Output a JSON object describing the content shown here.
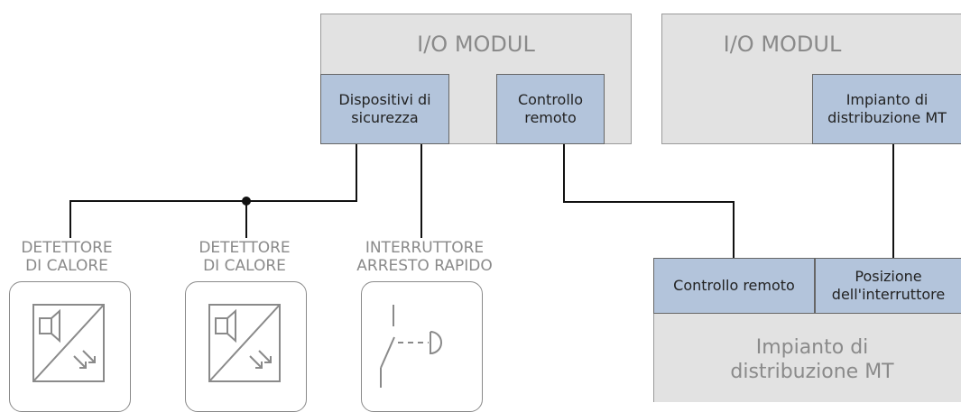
{
  "io_module_1": {
    "title": "I/O MODUL",
    "safety_devices": "Dispositivi di sicurezza",
    "remote_control": "Controllo remoto"
  },
  "io_module_2": {
    "title": "I/O MODUL",
    "mv_switchgear": "Impianto di distribuzione MT"
  },
  "mv_switchgear_block": {
    "remote_control": "Controllo remoto",
    "switch_position": "Posizione dell'interruttore",
    "title": "Impianto di distribuzione MT"
  },
  "devices": {
    "heat_detector_1": "DETETTORE DI CALORE",
    "heat_detector_2": "DETETTORE DI CALORE",
    "fast_stop_switch": "INTERRUTTORE ARRESTO RAPIDO"
  }
}
